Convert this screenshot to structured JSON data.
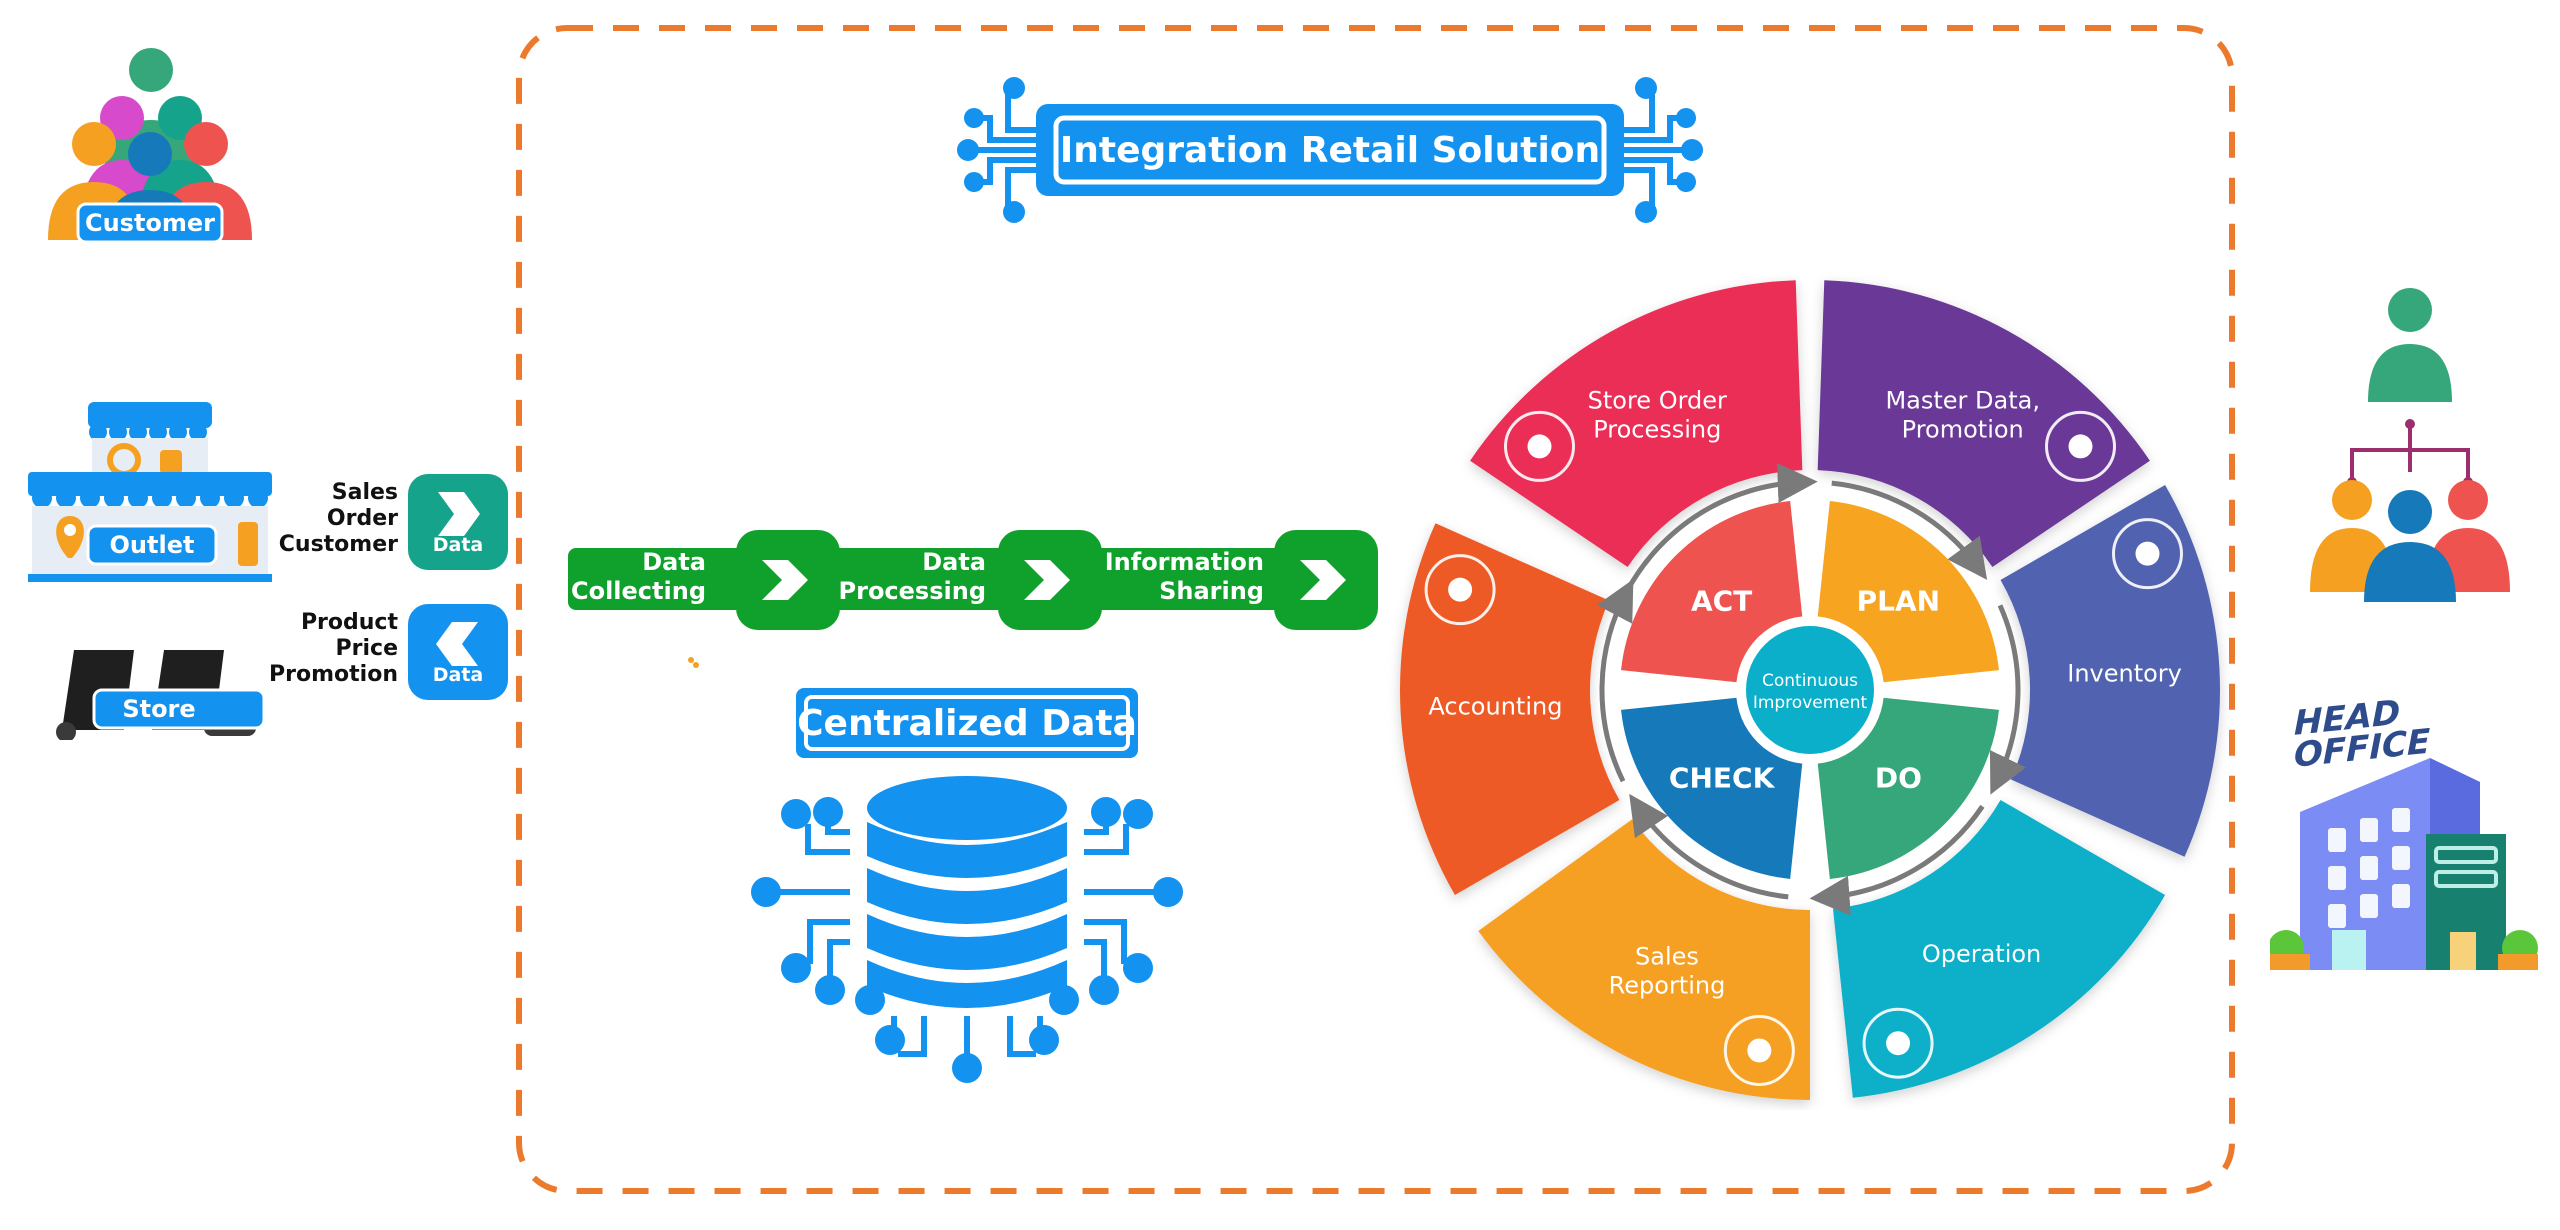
{
  "title": "Integration Retail Solution",
  "customer": {
    "label": "Customer"
  },
  "outlet": {
    "label": "Outlet"
  },
  "store": {
    "label": "Store"
  },
  "inbound": {
    "lines": [
      "Sales",
      "Order",
      "Customer"
    ],
    "badge": "Data"
  },
  "outbound": {
    "lines": [
      "Product",
      "Price",
      "Promotion"
    ],
    "badge": "Data"
  },
  "flow": {
    "steps": [
      {
        "lines": [
          "Data",
          "Collecting"
        ]
      },
      {
        "lines": [
          "Data",
          "Processing"
        ]
      },
      {
        "lines": [
          "Information",
          "Sharing"
        ]
      }
    ]
  },
  "centralized": {
    "title": "Centralized Data"
  },
  "cycle": {
    "center": [
      "Continuous",
      "Improvement"
    ],
    "quadrants": [
      {
        "label": "ACT",
        "color": "#EE5350"
      },
      {
        "label": "PLAN",
        "color": "#F7A520"
      },
      {
        "label": "DO",
        "color": "#35A77A"
      },
      {
        "label": "CHECK",
        "color": "#1679B9"
      }
    ],
    "segments": [
      {
        "lines": [
          "Store Order",
          "Processing"
        ],
        "color": "#EA2D57",
        "icon": "pie-chart-icon"
      },
      {
        "lines": [
          "Master Data,",
          "Promotion"
        ],
        "color": "#6A3797",
        "icon": "database-icon"
      },
      {
        "lines": [
          "Inventory"
        ],
        "color": "#5162B1",
        "icon": "box-icon"
      },
      {
        "lines": [
          "Operation"
        ],
        "color": "#0BAFC9",
        "icon": "refresh-icon"
      },
      {
        "lines": [
          "Sales",
          "Reporting"
        ],
        "color": "#F5A021",
        "icon": "trend-chart-icon"
      },
      {
        "lines": [
          "Accounting"
        ],
        "color": "#EE5A25",
        "icon": "money-icon"
      }
    ]
  },
  "head_office": {
    "lines": [
      "HEAD",
      "OFFICE"
    ]
  },
  "colors": {
    "blue": "#1392F0",
    "green": "#10A02C",
    "teal": "#15A38B",
    "orange_dash": "#EB7A2C"
  }
}
